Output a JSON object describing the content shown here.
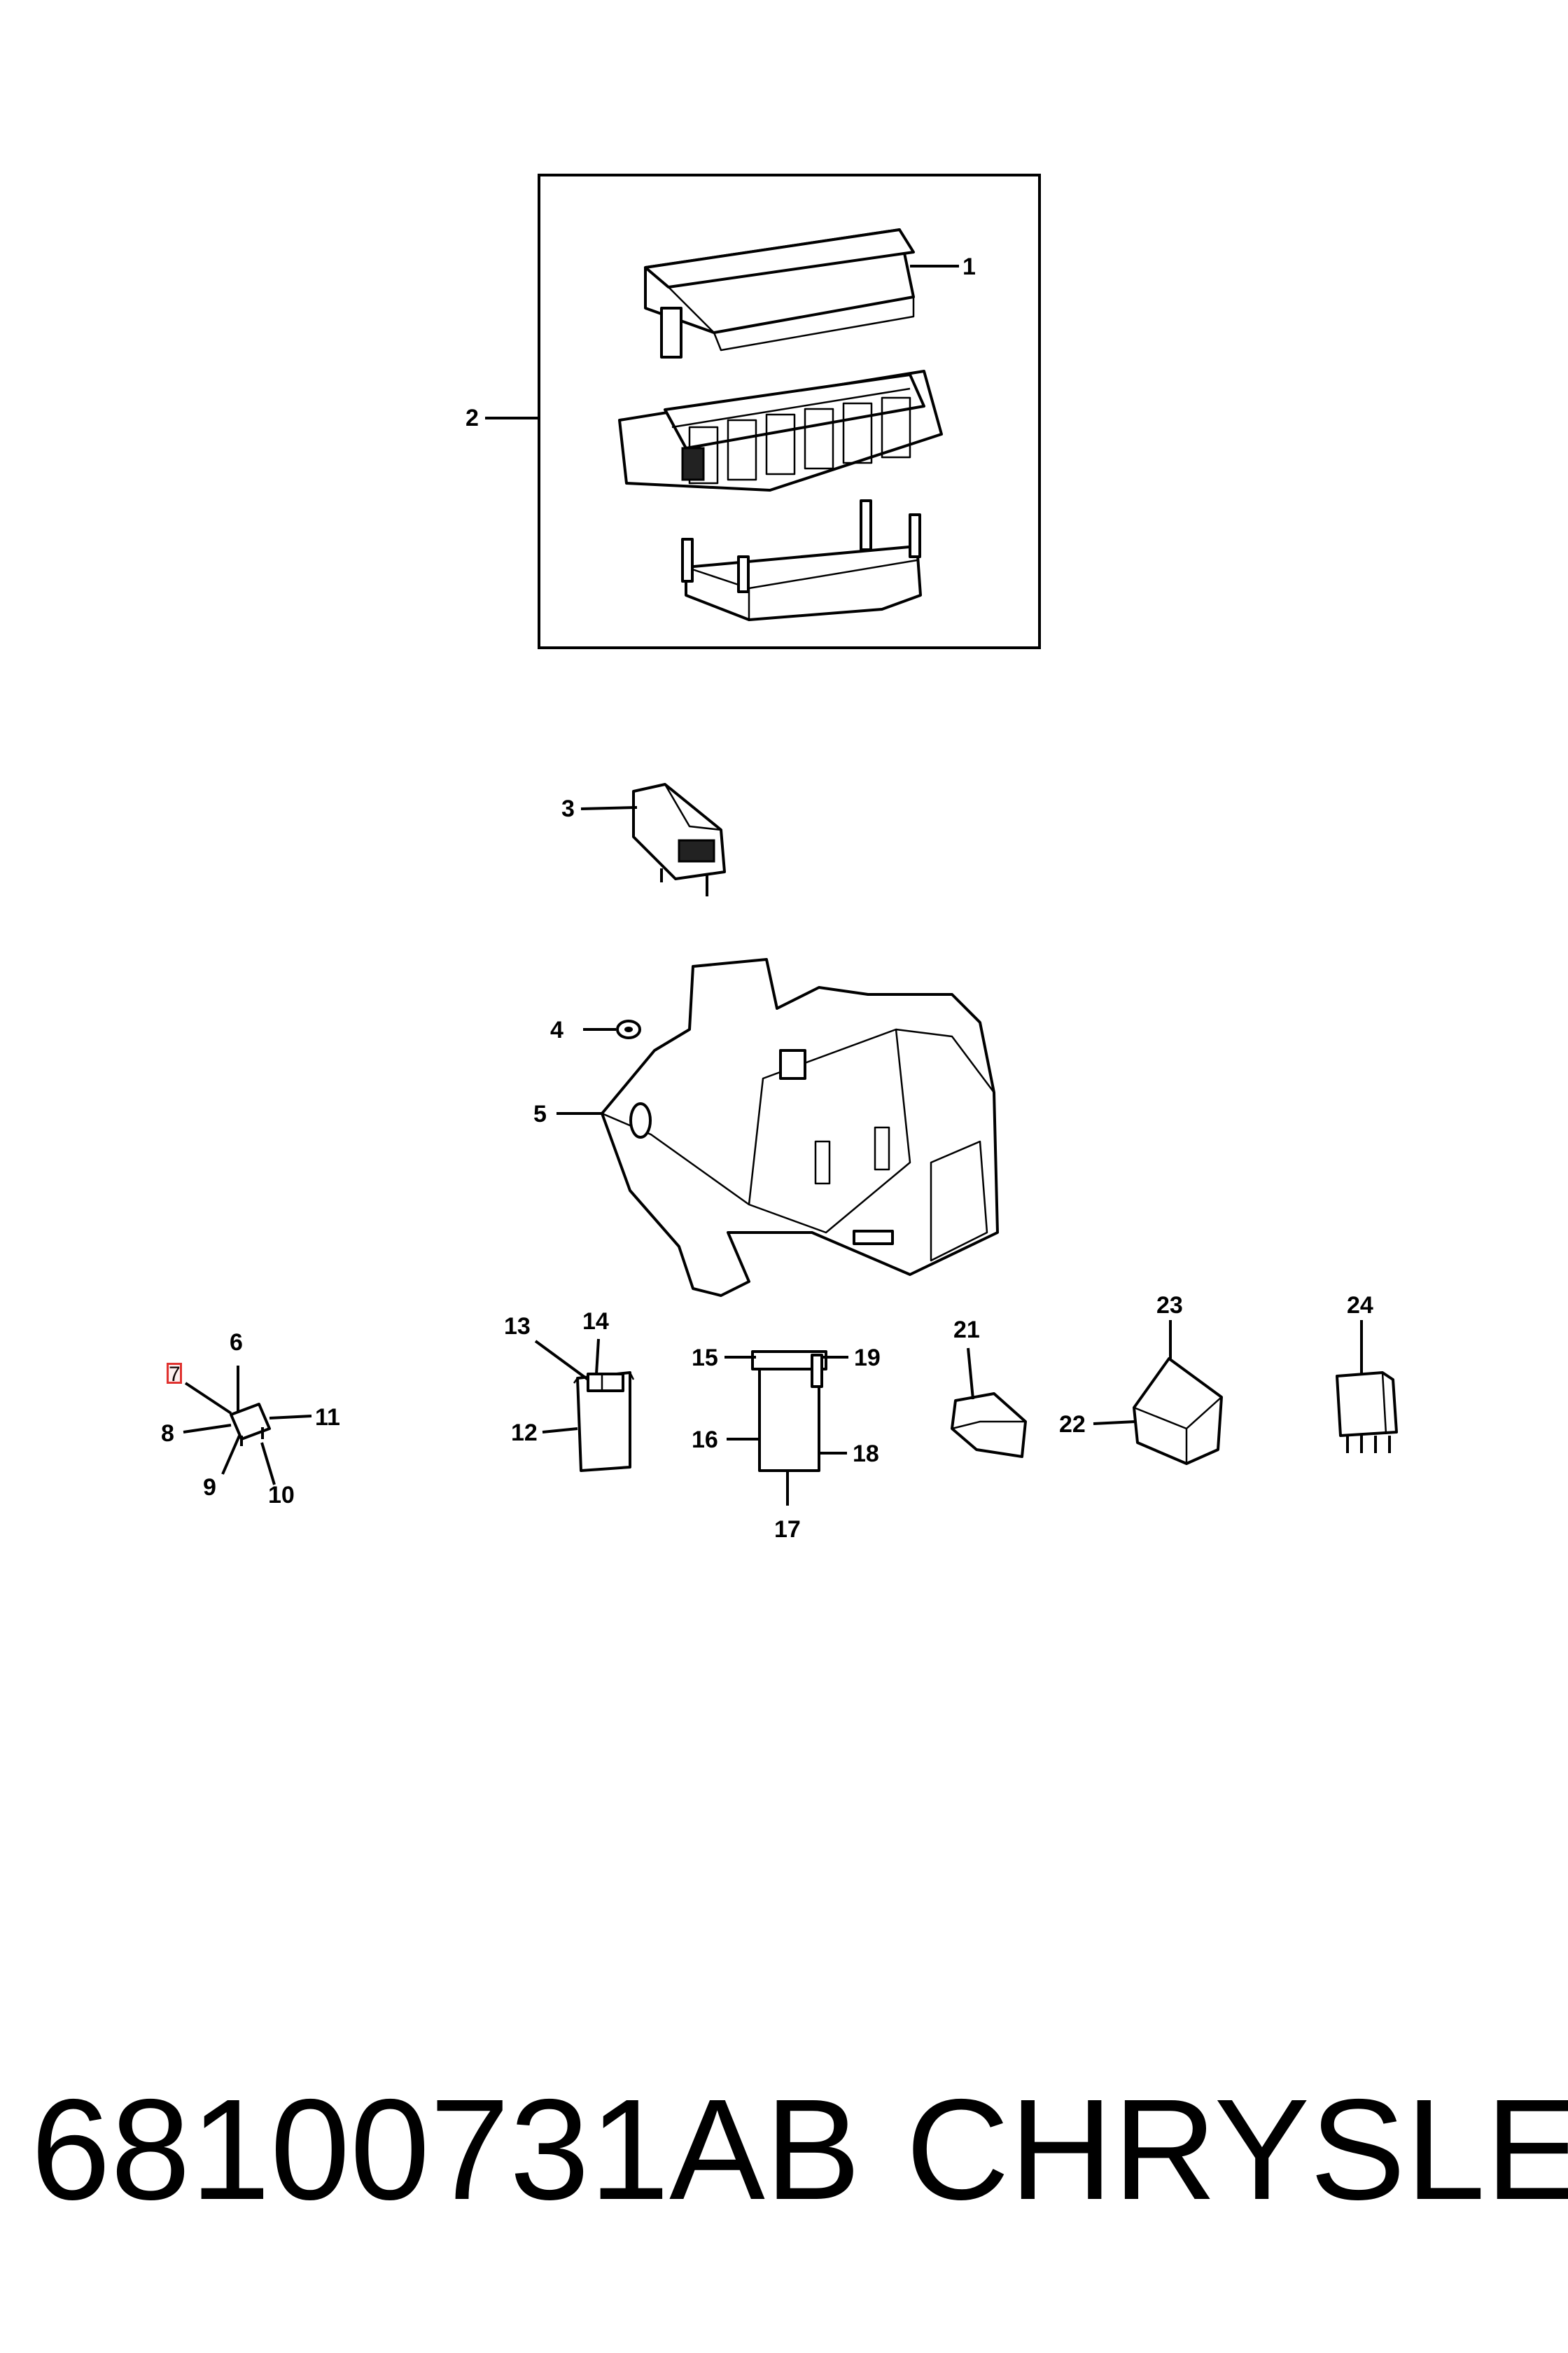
{
  "caption": {
    "part_number": "68100731AB",
    "brand": "CHRYSLER"
  },
  "callouts": {
    "c1": "1",
    "c2": "2",
    "c3": "3",
    "c4": "4",
    "c5": "5",
    "c6": "6",
    "c7": "7",
    "c8": "8",
    "c9": "9",
    "c10": "10",
    "c11": "11",
    "c12": "12",
    "c13": "13",
    "c14": "14",
    "c15": "15",
    "c16": "16",
    "c17": "17",
    "c18": "18",
    "c19": "19",
    "c21": "21",
    "c22": "22",
    "c23": "23",
    "c24": "24"
  },
  "highlight": {
    "callout": "7",
    "color": "#e0322f"
  },
  "colors": {
    "line": "#000000",
    "background": "#ffffff"
  }
}
